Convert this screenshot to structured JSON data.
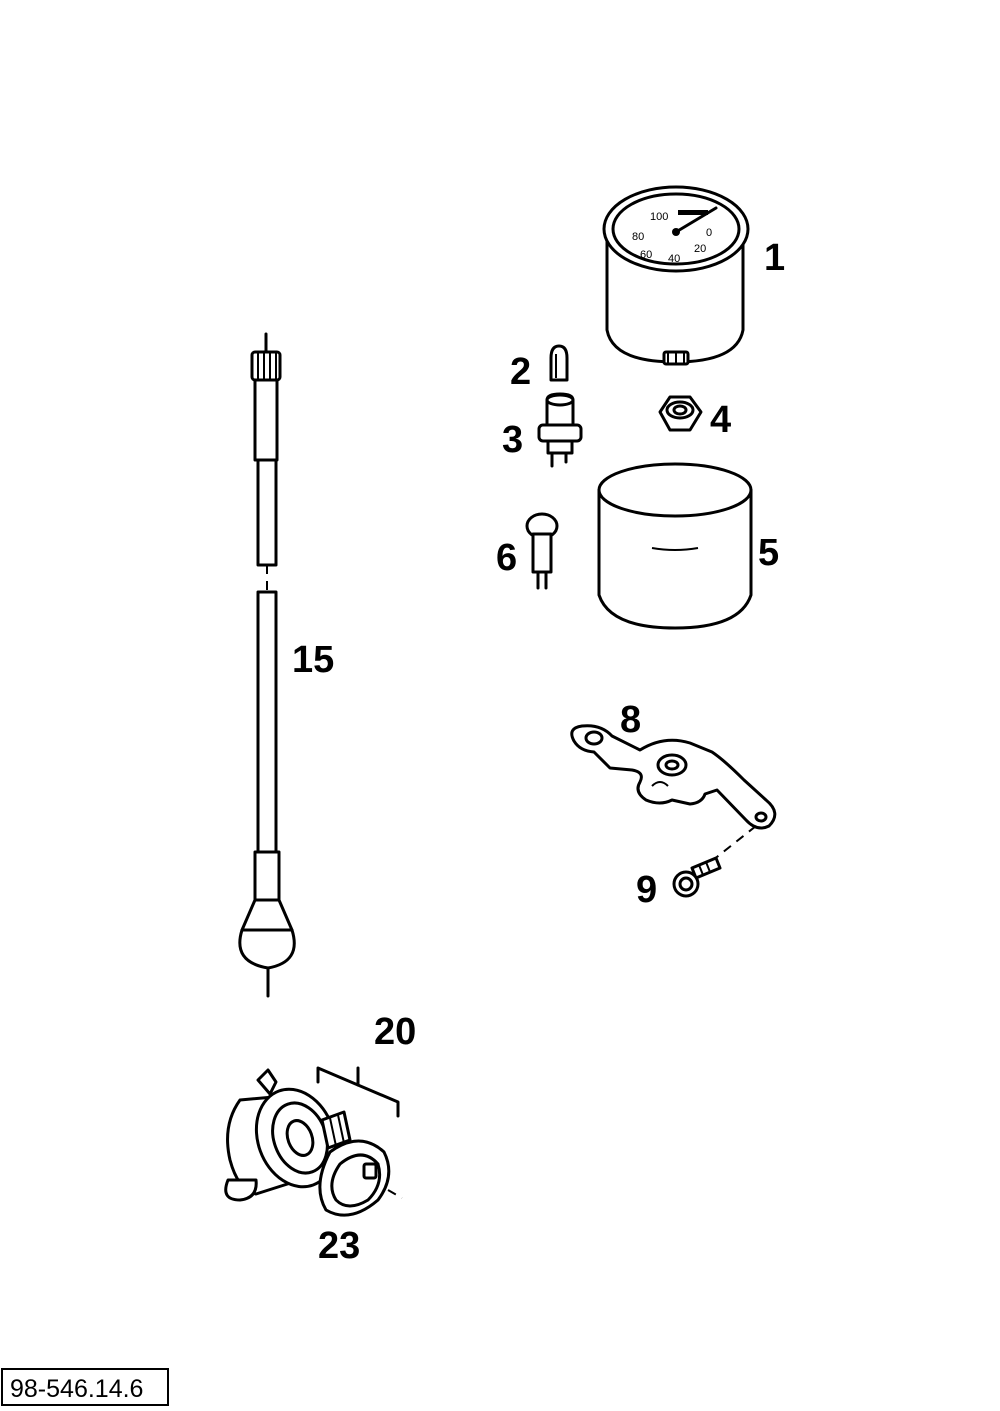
{
  "diagram": {
    "parts": [
      {
        "id": "1",
        "name": "speedometer"
      },
      {
        "id": "2",
        "name": "bulb"
      },
      {
        "id": "3",
        "name": "bulb-socket"
      },
      {
        "id": "4",
        "name": "nut"
      },
      {
        "id": "5",
        "name": "housing-cup"
      },
      {
        "id": "6",
        "name": "indicator-lamp"
      },
      {
        "id": "8",
        "name": "bracket"
      },
      {
        "id": "9",
        "name": "screw"
      },
      {
        "id": "15",
        "name": "speedometer-cable"
      },
      {
        "id": "20",
        "name": "speedometer-drive"
      },
      {
        "id": "23",
        "name": "washer"
      }
    ],
    "gauge_ticks": [
      "100",
      "80",
      "60",
      "40",
      "20",
      "0"
    ],
    "reference_number": "98-546.14.6"
  }
}
